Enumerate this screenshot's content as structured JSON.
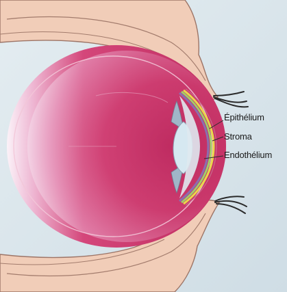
{
  "labels": {
    "epithelium": "Épithélium",
    "stroma": "Stroma",
    "endothelium": "Endothélium"
  },
  "colors": {
    "background": "#ffffff",
    "sky": "#d8e4ea",
    "skin": "#f1cdb8",
    "eyeball": "#cc3b6c",
    "eyeball_light": "#f6e6f2",
    "lens": "#d6e8f1",
    "cornea_yellow": "#e9d84a",
    "cornea_green": "#9fcf6a",
    "cornea_purple": "#8a6fb0"
  }
}
